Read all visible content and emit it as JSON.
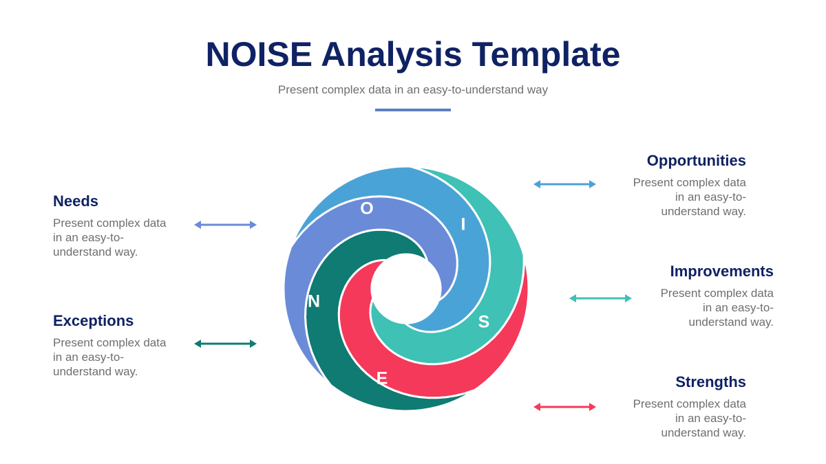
{
  "header": {
    "title": "NOISE Analysis Template",
    "subtitle": "Present complex data in an easy-to-understand way"
  },
  "items": {
    "needs": {
      "letter": "N",
      "title": "Needs",
      "text": "Present complex data in an easy-to-understand way.",
      "color": "#6a8bd8"
    },
    "opportunities": {
      "letter": "O",
      "title": "Opportunities",
      "text": "Present complex data in an easy-to-understand way.",
      "color": "#4aa3d6"
    },
    "improvements": {
      "letter": "I",
      "title": "Improvements",
      "text": "Present complex data in an easy-to-understand way.",
      "color": "#3fc1b5"
    },
    "strengths": {
      "letter": "S",
      "title": "Strengths",
      "text": "Present complex data in an easy-to-understand way.",
      "color": "#f5395a"
    },
    "exceptions": {
      "letter": "E",
      "title": "Exceptions",
      "text": "Present complex data in an easy-to-understand way.",
      "color": "#0f7b72"
    }
  }
}
